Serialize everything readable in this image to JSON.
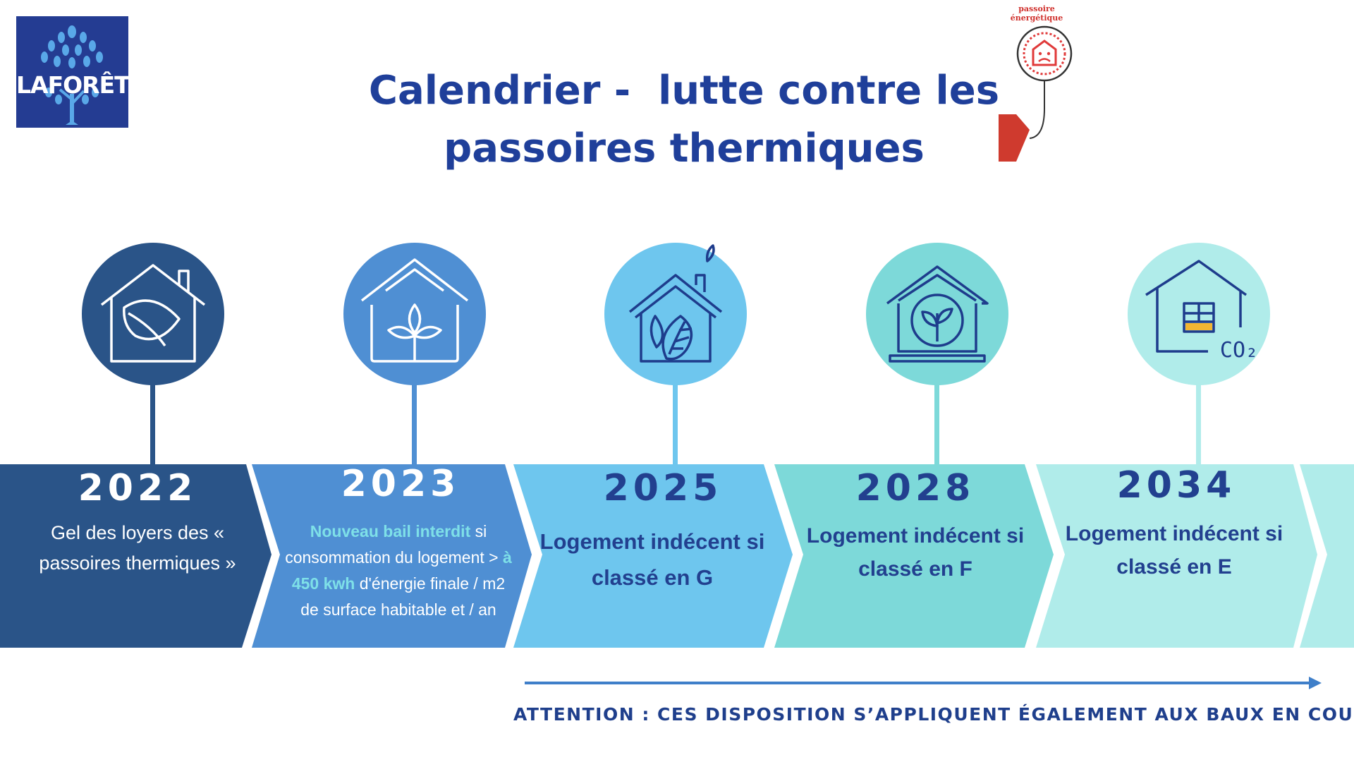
{
  "logo": {
    "text": "LAFORÊT"
  },
  "title": {
    "line1": "Calendrier -  lutte contre les",
    "line2": "passoires thermiques"
  },
  "badge": {
    "line1": "passoire",
    "line2": "énergétique"
  },
  "timeline": [
    {
      "year": "2022",
      "color": "#2a5488",
      "icon": "house-leaf-icon",
      "text": "Gel des loyers des « passoires thermiques »"
    },
    {
      "year": "2023",
      "color": "#4f8fd3",
      "icon": "house-sprout-icon",
      "text_parts": {
        "highlight1": "Nouveau bail interdit",
        "part1": " si consommation du logement > ",
        "highlight2": "à 450 kwh",
        "part2": " d'énergie finale / m2 de surface habitable et / an"
      }
    },
    {
      "year": "2025",
      "color": "#6ec6ee",
      "icon": "house-leaves-icon",
      "text": "Logement indécent si classé en G"
    },
    {
      "year": "2028",
      "color": "#7dd9d9",
      "icon": "house-plant-circle-icon",
      "text": "Logement indécent si classé en F"
    },
    {
      "year": "2034",
      "color": "#b0ecea",
      "icon": "house-co2-icon",
      "text": "Logement indécent si classé en E"
    }
  ],
  "footer": {
    "attention": "ATTENTION : CES DISPOSITION S’APPLIQUENT ÉGALEMENT AUX BAUX EN COURS !"
  },
  "colors": {
    "title": "#1f3f9a",
    "year_dark": "#ffffff",
    "year_light": "#22408f",
    "arrow": "#3f7fc9"
  },
  "co2_label": "CO₂"
}
